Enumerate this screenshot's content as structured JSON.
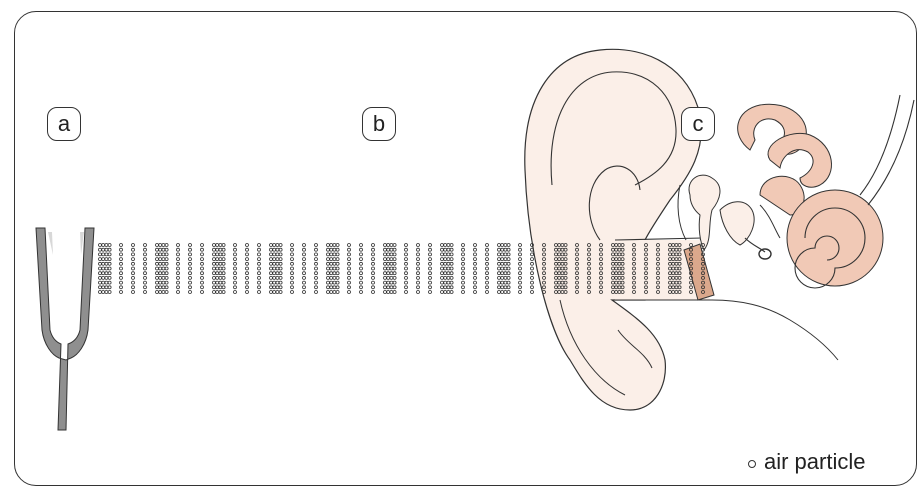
{
  "labels": {
    "a": "a",
    "b": "b",
    "c": "c"
  },
  "legend": {
    "text": "air particle",
    "icon": "air-particle-icon"
  },
  "colors": {
    "tuning_fork": "#8f8f8f",
    "ear_skin": "#fbefe8",
    "inner_ear": "#f1c9b6",
    "eardrum": "#dba88c",
    "outline": "#333333"
  }
}
